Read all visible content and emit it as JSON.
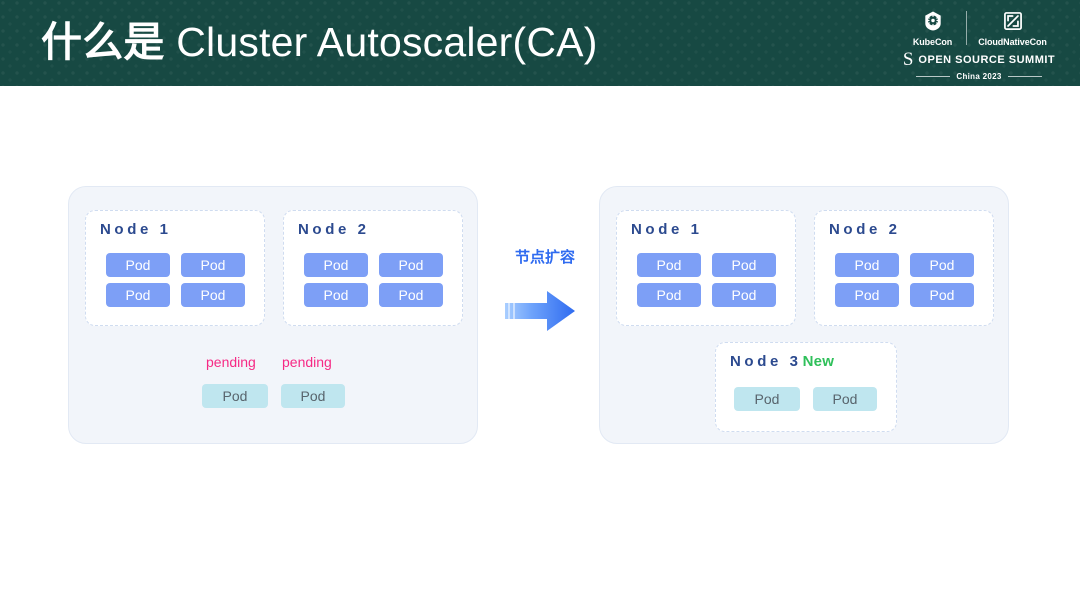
{
  "header": {
    "title_cjk": "什么是 ",
    "title_latin": "Cluster Autoscaler(CA)",
    "bg_color": "#174943",
    "text_color": "#ffffff"
  },
  "logo": {
    "kubecon_label": "KubeCon",
    "cloudnativecon_label": "CloudNativeCon",
    "kubecon_icon": "kubernetes-helm-icon",
    "cloudnativecon_icon": "cncf-square-icon",
    "summit_s_glyph": "S",
    "summit_label": "OPEN SOURCE SUMMIT",
    "year_label": "China 2023"
  },
  "diagram": {
    "transition": {
      "label": "节点扩容",
      "icon": "right-arrow-icon",
      "label_color": "#2f6bf0",
      "arrow_color_from": "#9fc6ff",
      "arrow_color_to": "#2f6bf0"
    },
    "colors": {
      "panel_bg": "#f2f5fa",
      "node_bg": "#ffffff",
      "node_border": "#cfdcf0",
      "pod_blue": "#7d9ff6",
      "pod_cyan": "#bfe6ef",
      "node_title": "#2c4a8f",
      "pending": "#f62a85",
      "new_badge": "#2fc05a"
    },
    "before_panel": {
      "name": "before",
      "nodes": [
        {
          "title": "Node 1",
          "badge": "",
          "pods": [
            {
              "label": "Pod",
              "state": "running"
            },
            {
              "label": "Pod",
              "state": "running"
            },
            {
              "label": "Pod",
              "state": "running"
            },
            {
              "label": "Pod",
              "state": "running"
            }
          ]
        },
        {
          "title": "Node 2",
          "badge": "",
          "pods": [
            {
              "label": "Pod",
              "state": "running"
            },
            {
              "label": "Pod",
              "state": "running"
            },
            {
              "label": "Pod",
              "state": "running"
            },
            {
              "label": "Pod",
              "state": "running"
            }
          ]
        }
      ],
      "pending_pods": [
        {
          "status": "pending",
          "label": "Pod"
        },
        {
          "status": "pending",
          "label": "Pod"
        }
      ]
    },
    "after_panel": {
      "name": "after",
      "nodes": [
        {
          "title": "Node 1",
          "badge": "",
          "pods": [
            {
              "label": "Pod",
              "state": "running"
            },
            {
              "label": "Pod",
              "state": "running"
            },
            {
              "label": "Pod",
              "state": "running"
            },
            {
              "label": "Pod",
              "state": "running"
            }
          ]
        },
        {
          "title": "Node 2",
          "badge": "",
          "pods": [
            {
              "label": "Pod",
              "state": "running"
            },
            {
              "label": "Pod",
              "state": "running"
            },
            {
              "label": "Pod",
              "state": "running"
            },
            {
              "label": "Pod",
              "state": "running"
            }
          ]
        },
        {
          "title": "Node 3",
          "badge": "New",
          "pods": [
            {
              "label": "Pod",
              "state": "scheduled"
            },
            {
              "label": "Pod",
              "state": "scheduled"
            }
          ]
        }
      ],
      "pending_pods": []
    }
  }
}
